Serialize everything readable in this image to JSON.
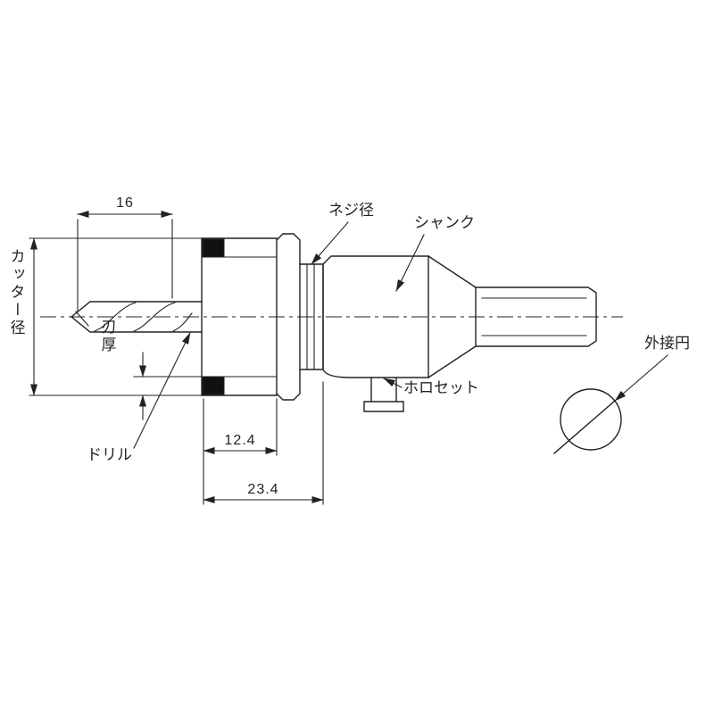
{
  "drawing": {
    "part_labels": {
      "cutter_diameter": "カッター径",
      "thread_diameter": "ネジ径",
      "shank": "シャンク",
      "blade_thickness": "刃厚",
      "drill": "ドリル",
      "set_screw": "ホロセット",
      "circumscribed_circle": "外接円"
    },
    "dimension_values": {
      "tip_length": "16",
      "cup_depth": "12.4",
      "total_depth": "23.4"
    },
    "colors": {
      "line": "#222222",
      "background": "#ffffff",
      "carbide_tip_fill": "#111111"
    }
  }
}
